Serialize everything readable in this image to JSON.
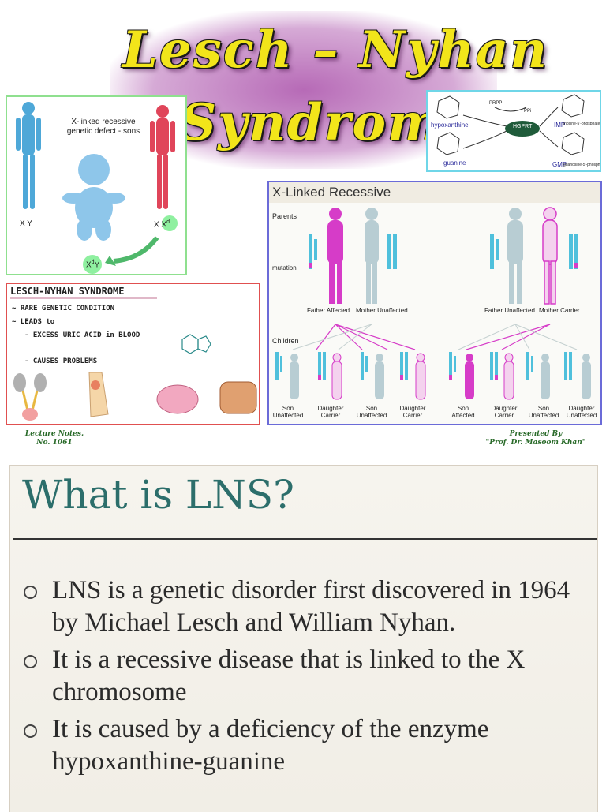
{
  "title": {
    "line1": "Lesch – Nyhan",
    "line2": "Syndrome"
  },
  "panel_inheritance": {
    "caption": "X-linked recessive\ngenetic defect - sons",
    "male_label": "X Y",
    "female_label": "X X",
    "female_sup": "d",
    "child_label": "X",
    "child_sup": "d",
    "child_suffix": "Y"
  },
  "panel_pathway": {
    "hypoxanthine": "hypoxanthine",
    "guanine": "guanine",
    "enzyme": "HGPRT",
    "prpp": "PRPP",
    "ppi": "PPi",
    "imp": "IMP",
    "imp_note": "inosine-5'-phosphate",
    "gmp": "GMP",
    "gmp_note": "guanosine-5'-phosphate"
  },
  "panel_xlinked": {
    "heading": "X-Linked Recessive",
    "parents": "Parents",
    "mutation": "mutation",
    "father_affected": "Father Affected",
    "mother_unaffected": "Mother Unaffected",
    "father_unaffected": "Father Unaffected",
    "mother_carrier": "Mother Carrier",
    "children": "Children",
    "left_children": [
      {
        "line1": "Son",
        "line2": "Unaffected"
      },
      {
        "line1": "Daughter",
        "line2": "Carrier"
      },
      {
        "line1": "Son",
        "line2": "Unaffected"
      },
      {
        "line1": "Daughter",
        "line2": "Carrier"
      }
    ],
    "right_children": [
      {
        "line1": "Son",
        "line2": "Affected"
      },
      {
        "line1": "Daughter",
        "line2": "Carrier"
      },
      {
        "line1": "Son",
        "line2": "Unaffected"
      },
      {
        "line1": "Daughter",
        "line2": "Unaffected"
      }
    ]
  },
  "panel_notes": {
    "heading": "LESCH-NYHAN SYNDROME",
    "line1": "~ RARE GENETIC CONDITION",
    "line2": "~ LEADS to",
    "line3": "- EXCESS URIC ACID in BLOOD",
    "line4": "- CAUSES PROBLEMS"
  },
  "footer": {
    "left_line1": "Lecture Notes.",
    "left_line2": "No. 1061",
    "right_line1": "Presented By",
    "right_line2": "\"Prof. Dr. Masoom Khan\""
  },
  "slide": {
    "title": "What is LNS?",
    "bullets": [
      "LNS is a genetic disorder first discovered in 1964 by Michael Lesch and William Nyhan.",
      "It is a recessive disease that is linked to the X chromosome",
      "It is caused by a deficiency of the enzyme hypoxanthine-guanine"
    ]
  },
  "colors": {
    "title_text": "#f2e51a",
    "slide_title": "#2c6e6b",
    "affected": "#d63cc8",
    "chromosome": "#4fc0dc"
  }
}
